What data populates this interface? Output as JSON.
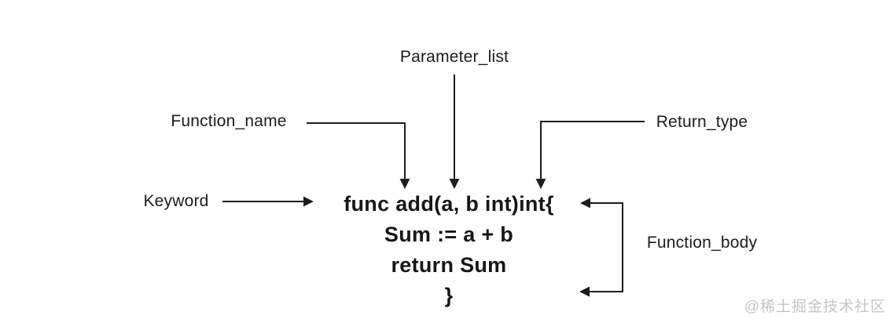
{
  "diagram": {
    "labels": {
      "parameter_list": "Parameter_list",
      "function_name": "Function_name",
      "return_type": "Return_type",
      "keyword": "Keyword",
      "function_body": "Function_body"
    },
    "code": {
      "line1": "func add(a, b int)int{",
      "line2": "Sum := a + b",
      "line3": "return Sum",
      "line4": "}"
    },
    "watermark": "@稀土掘金技术社区",
    "colors": {
      "ink": "#1c1c1c",
      "code_text": "#161616",
      "watermark": "#c5c5c5",
      "background": "#ffffff"
    }
  }
}
